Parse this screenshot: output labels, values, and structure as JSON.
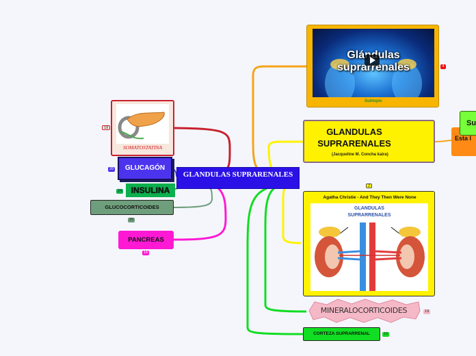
{
  "center": {
    "label": "GLANDULAS SUPRARENALES"
  },
  "video_card": {
    "screen_title": "Glándulas suprarrenales",
    "caption": "Subtopic",
    "badge": "4"
  },
  "title_card": {
    "title": "GLANDULAS SUPRARENALES",
    "subtitle": "(Jacqueline M. Concha kaira)",
    "badge": "2"
  },
  "image_card": {
    "title": "Agatha Christie - And They Then Were None",
    "image_text": "GLANDULAS SUPRARRENALES"
  },
  "mineral": {
    "label": "MINERALOCORTICOIDES",
    "badge": "19"
  },
  "corteza": {
    "label": "CORTEZA SUPRARRENAL",
    "badge": "15"
  },
  "somatostatina": {
    "label": "SOMATOSTATINA",
    "badge": "18"
  },
  "glucagon": {
    "label": "GLUCAGÓN",
    "badge": "20"
  },
  "insulina": {
    "label": "INSULINA",
    "badge": "24"
  },
  "glucocorticoides": {
    "label": "GLUCOCORTICOIDES",
    "badge": "35"
  },
  "pancreas": {
    "label": "PANCREAS",
    "badge": "16"
  },
  "right_nodes": {
    "su_label": "Su",
    "esta_label": "Esta l"
  },
  "colors": {
    "center": "#2b11e6",
    "orange": "#f7a31a",
    "yellow": "#fff200",
    "green": "#11dd22",
    "pink": "#ff19d5",
    "red": "#c8202e",
    "blue": "#4c34ee",
    "teal": "#6f9e7c"
  }
}
